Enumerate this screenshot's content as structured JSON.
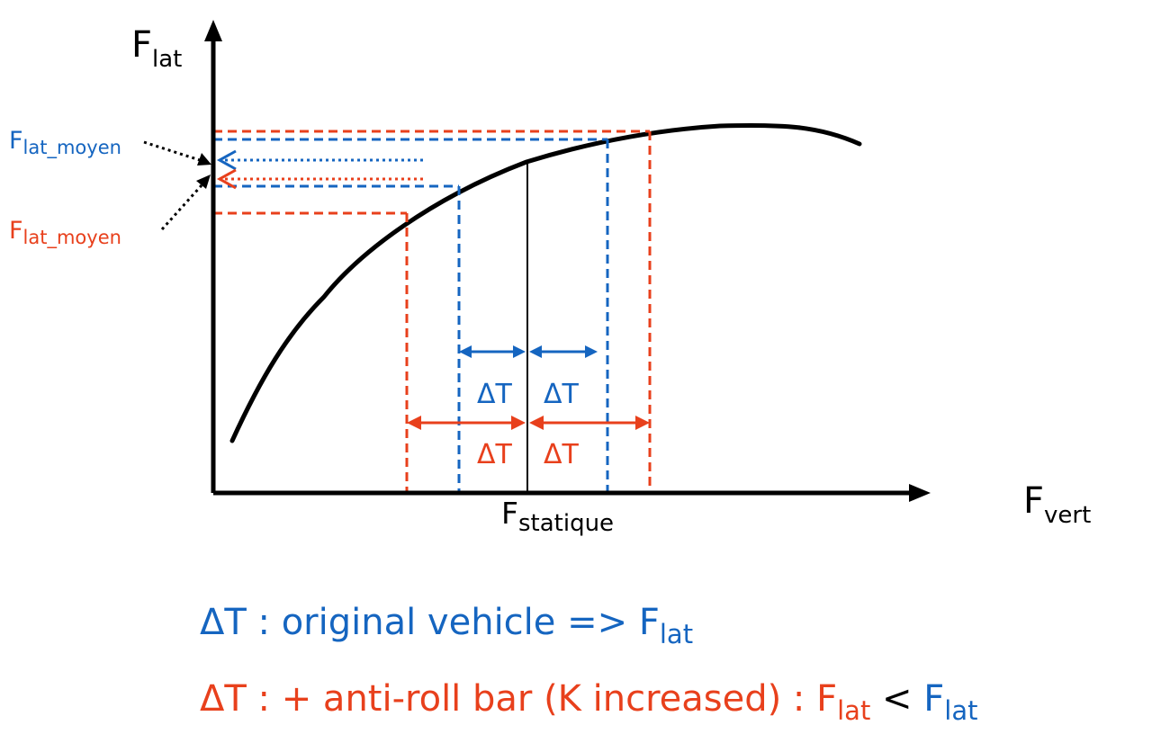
{
  "colors": {
    "blue": "#1565C0",
    "red": "#E8401C",
    "black": "#000000"
  },
  "axes": {
    "y_label": "F",
    "y_label_sub": "lat",
    "x_label": "F",
    "x_label_sub": "vert",
    "static_label": "F",
    "static_label_sub": "statique"
  },
  "annotations": {
    "blue_flat": {
      "main": "F",
      "sub": "lat_moyen"
    },
    "red_flat": {
      "main": "F",
      "sub": "lat_moyen"
    }
  },
  "delta": {
    "label": "ΔT"
  },
  "legend": {
    "blue": {
      "text": "ΔT : original vehicle => F",
      "sub": "lat"
    },
    "red": {
      "text": "ΔT : + anti-roll bar (K increased) : F",
      "sub": "lat",
      "op": " < ",
      "cmp_main": "F",
      "cmp_sub": "lat"
    }
  }
}
